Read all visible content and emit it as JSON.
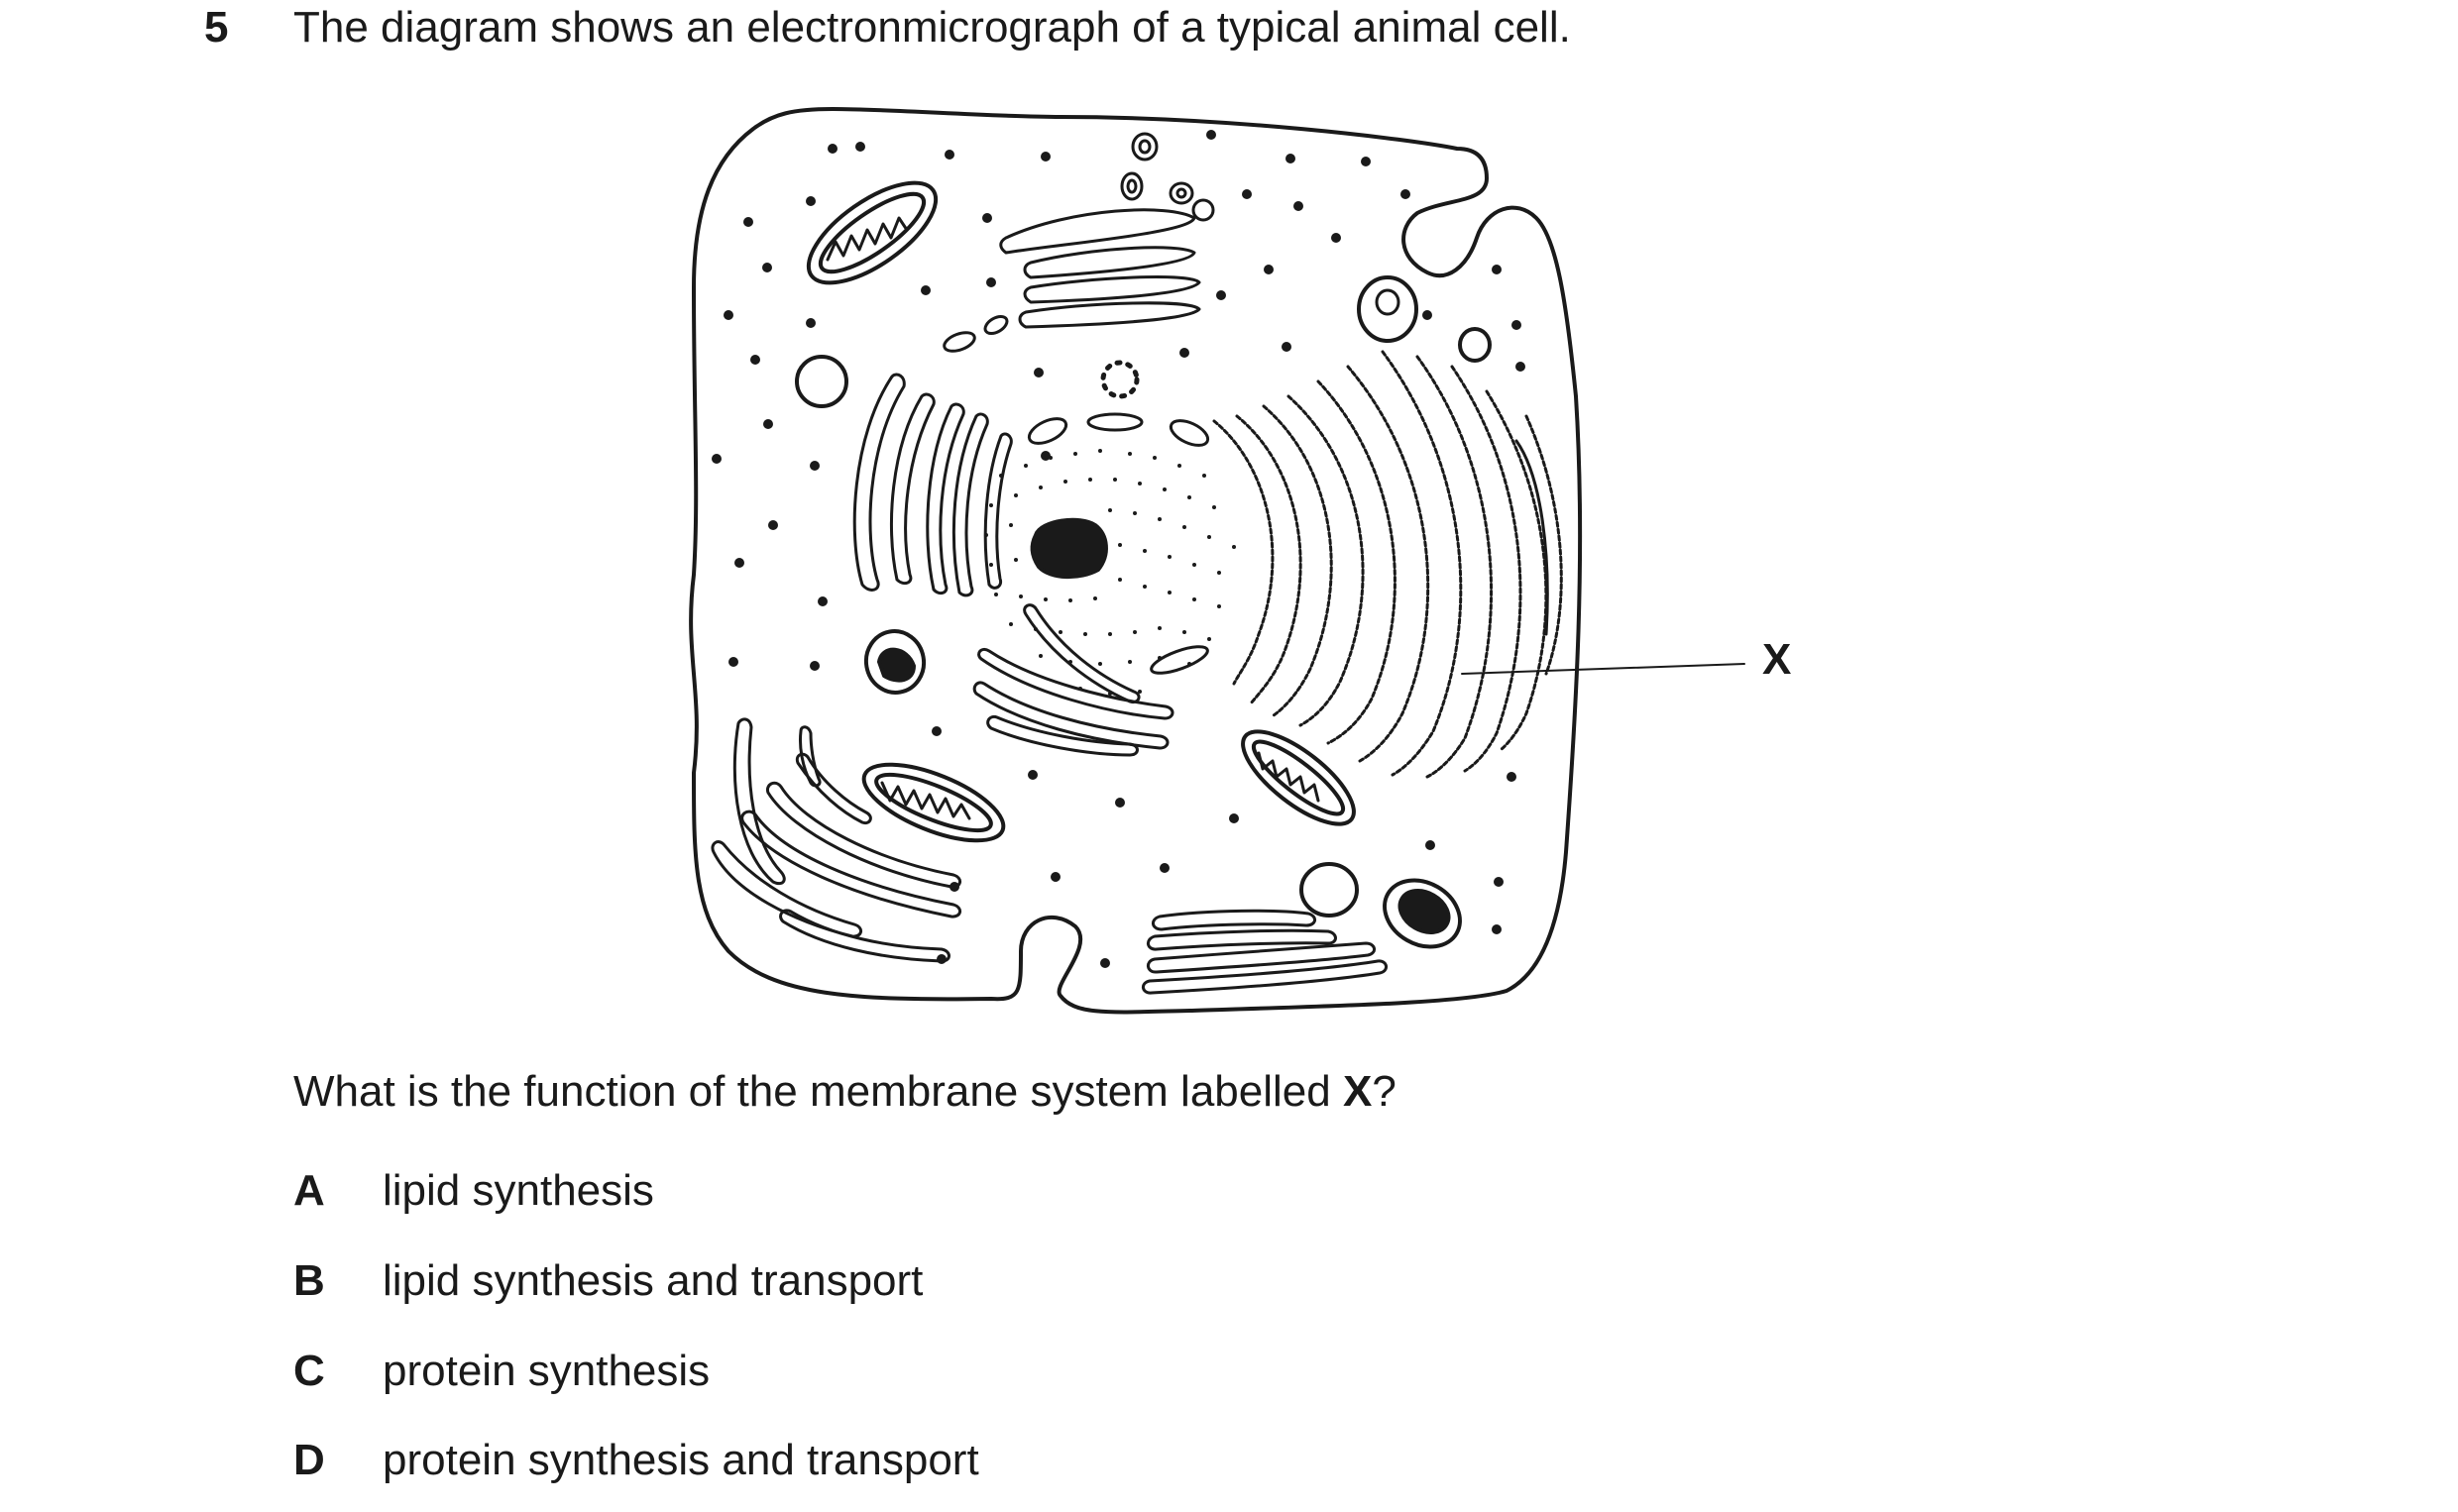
{
  "question": {
    "number": "5",
    "stem": "The diagram shows an electronmicrograph of a typical animal cell.",
    "prompt_before": "What is the function of the membrane system labelled ",
    "prompt_bold": "X",
    "prompt_after": "?"
  },
  "diagram": {
    "label": "X"
  },
  "options": [
    {
      "letter": "A",
      "text": "lipid synthesis"
    },
    {
      "letter": "B",
      "text": "lipid synthesis and transport"
    },
    {
      "letter": "C",
      "text": "protein synthesis"
    },
    {
      "letter": "D",
      "text": "protein synthesis and transport"
    }
  ]
}
